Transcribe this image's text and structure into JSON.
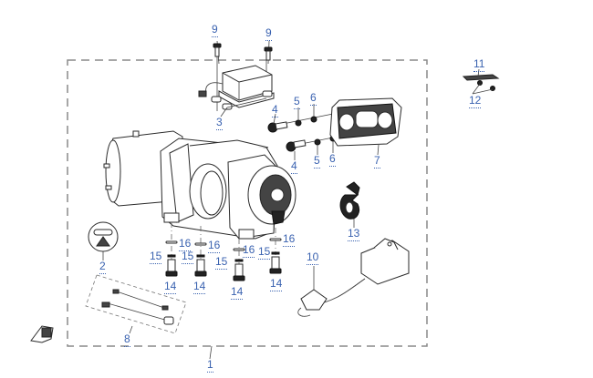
{
  "diagram": {
    "title": "Winch assembly exploded parts diagram",
    "label_color": "#3a62b0",
    "callouts": {
      "c1": "1",
      "c2": "2",
      "c3": "3",
      "c4a": "4",
      "c4b": "4",
      "c5a": "5",
      "c5b": "5",
      "c6a": "6",
      "c6b": "6",
      "c7": "7",
      "c8": "8",
      "c9a": "9",
      "c9b": "9",
      "c10": "10",
      "c11": "11",
      "c12": "12",
      "c13": "13",
      "c14a": "14",
      "c14b": "14",
      "c14c": "14",
      "c14d": "14",
      "c15a": "15",
      "c15b": "15",
      "c15c": "15",
      "c15d": "15",
      "c16a": "16",
      "c16b": "16",
      "c16c": "16",
      "c16d": "16"
    },
    "parts": [
      {
        "id": "1",
        "name": "winch-assembly"
      },
      {
        "id": "2",
        "name": "warning-label"
      },
      {
        "id": "3",
        "name": "contactor-box"
      },
      {
        "id": "4",
        "name": "bolt"
      },
      {
        "id": "5",
        "name": "lock-washer"
      },
      {
        "id": "6",
        "name": "washer"
      },
      {
        "id": "7",
        "name": "hawse-fairlead"
      },
      {
        "id": "8",
        "name": "cable-kit"
      },
      {
        "id": "9",
        "name": "screw"
      },
      {
        "id": "10",
        "name": "remote-control"
      },
      {
        "id": "11",
        "name": "bracket"
      },
      {
        "id": "12",
        "name": "nut"
      },
      {
        "id": "13",
        "name": "hook"
      },
      {
        "id": "14",
        "name": "flange-bolt"
      },
      {
        "id": "15",
        "name": "spring-washer"
      },
      {
        "id": "16",
        "name": "flat-washer"
      }
    ]
  }
}
